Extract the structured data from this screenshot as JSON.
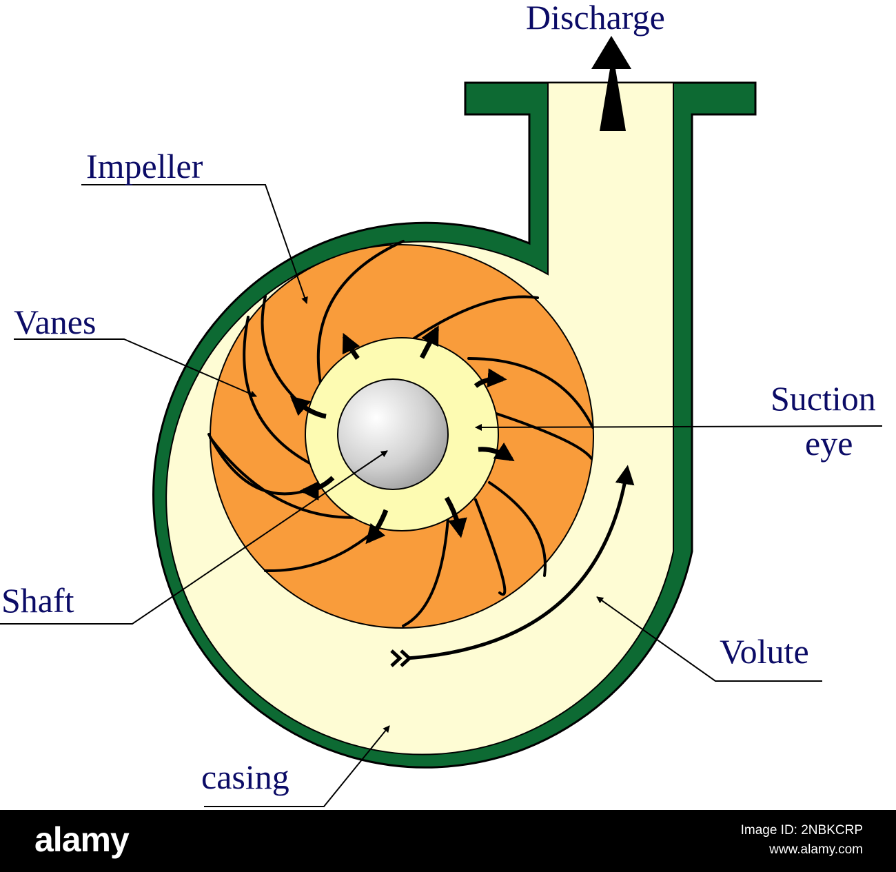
{
  "labels": {
    "discharge": "Discharge",
    "impeller": "Impeller",
    "vanes": "Vanes",
    "suction": "Suction",
    "eye": "eye",
    "shaft": "Shaft",
    "volute": "Volute",
    "casing": "casing"
  },
  "watermark": {
    "logo": "alamy",
    "image_id": "Image ID: 2NBKCRP",
    "site": "www.alamy.com"
  },
  "colors": {
    "casing": "#0d6a33",
    "volute_fluid": "#fefcd4",
    "impeller": "#f99c3b",
    "suction_eye": "#fdfbb2",
    "shaft": "#d0d0d0",
    "label_text": "#0b0b66"
  }
}
